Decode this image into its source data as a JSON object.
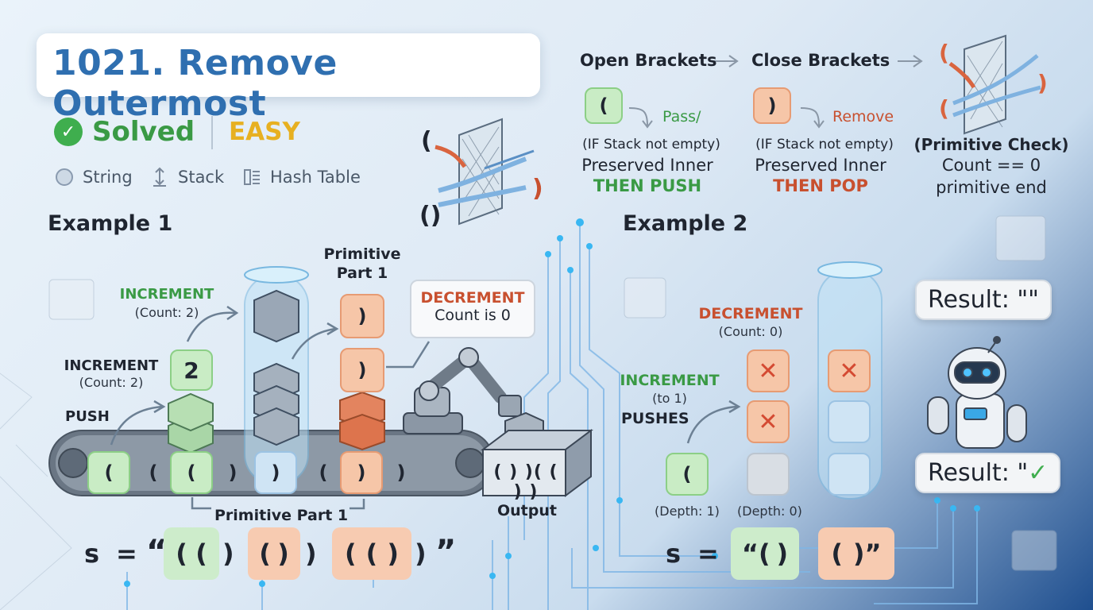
{
  "header": {
    "title": "1021. Remove Outermost",
    "status": "Solved",
    "difficulty": "EASY"
  },
  "tags": [
    {
      "label": "String",
      "icon": "circle-icon"
    },
    {
      "label": "Stack",
      "icon": "stack-arrow-icon"
    },
    {
      "label": "Hash Table",
      "icon": "table-icon"
    }
  ],
  "legend": {
    "open_title": "Open Brackets",
    "close_title": "Close Brackets",
    "open_symbol": "(",
    "open_action": "Pass/",
    "open_cond": "(IF Stack not empty)",
    "open_preserve": "Preserved Inner",
    "open_then": "THEN PUSH",
    "close_symbol": ")",
    "close_action": "Remove",
    "close_cond": "(IF Stack not empty)",
    "close_preserve": "Preserved Inner",
    "close_then": "THEN POP",
    "check_title": "(Primitive Check)",
    "check_line1": "Count == 0",
    "check_line2": "primitive end",
    "filter_symbols": [
      "(",
      ")",
      "()"
    ]
  },
  "example1": {
    "title": "Example 1",
    "increment1": "INCREMENT",
    "increment1_count": "(Count: 2)",
    "increment2": "INCREMENT",
    "increment2_count": "(Count: 2)",
    "push": "PUSH",
    "count_box": "2",
    "primitive_part_title": "Primitive\nPart 1",
    "decrement": "DECREMENT",
    "decrement_sub": "Count is 0",
    "primitive_part_bottom": "Primitive Part 1",
    "output_label": "Output",
    "output_text": "( ) )( ( ) )",
    "belt": [
      "(",
      "(",
      "(",
      ")",
      ")",
      "(",
      ")",
      ")"
    ],
    "stack_right": [
      ")",
      ")"
    ],
    "s_label": "s",
    "s_eq": "=",
    "s_open_quote": "“",
    "s_close_quote": "”",
    "s_groups": [
      [
        "(",
        "("
      ],
      [
        ")"
      ],
      [
        "(",
        ")",
        ")"
      ],
      [
        "(",
        "(",
        ")"
      ],
      [
        ")"
      ]
    ]
  },
  "example2": {
    "title": "Example 2",
    "decrement": "DECREMENT",
    "decrement_count": "(Count: 0)",
    "increment": "INCREMENT",
    "increment_sub": "(to 1)",
    "pushes": "PUSHES",
    "open_box": "(",
    "depth1": "(Depth: 1)",
    "depth0": "(Depth: 0)",
    "x_mark": "✕",
    "result1": "Result: \"\"",
    "result2": "Result: \"",
    "s_label": "s",
    "s_eq": "=",
    "s_groups": [
      [
        "“(",
        ")"
      ],
      [
        "(",
        ")”"
      ]
    ]
  }
}
